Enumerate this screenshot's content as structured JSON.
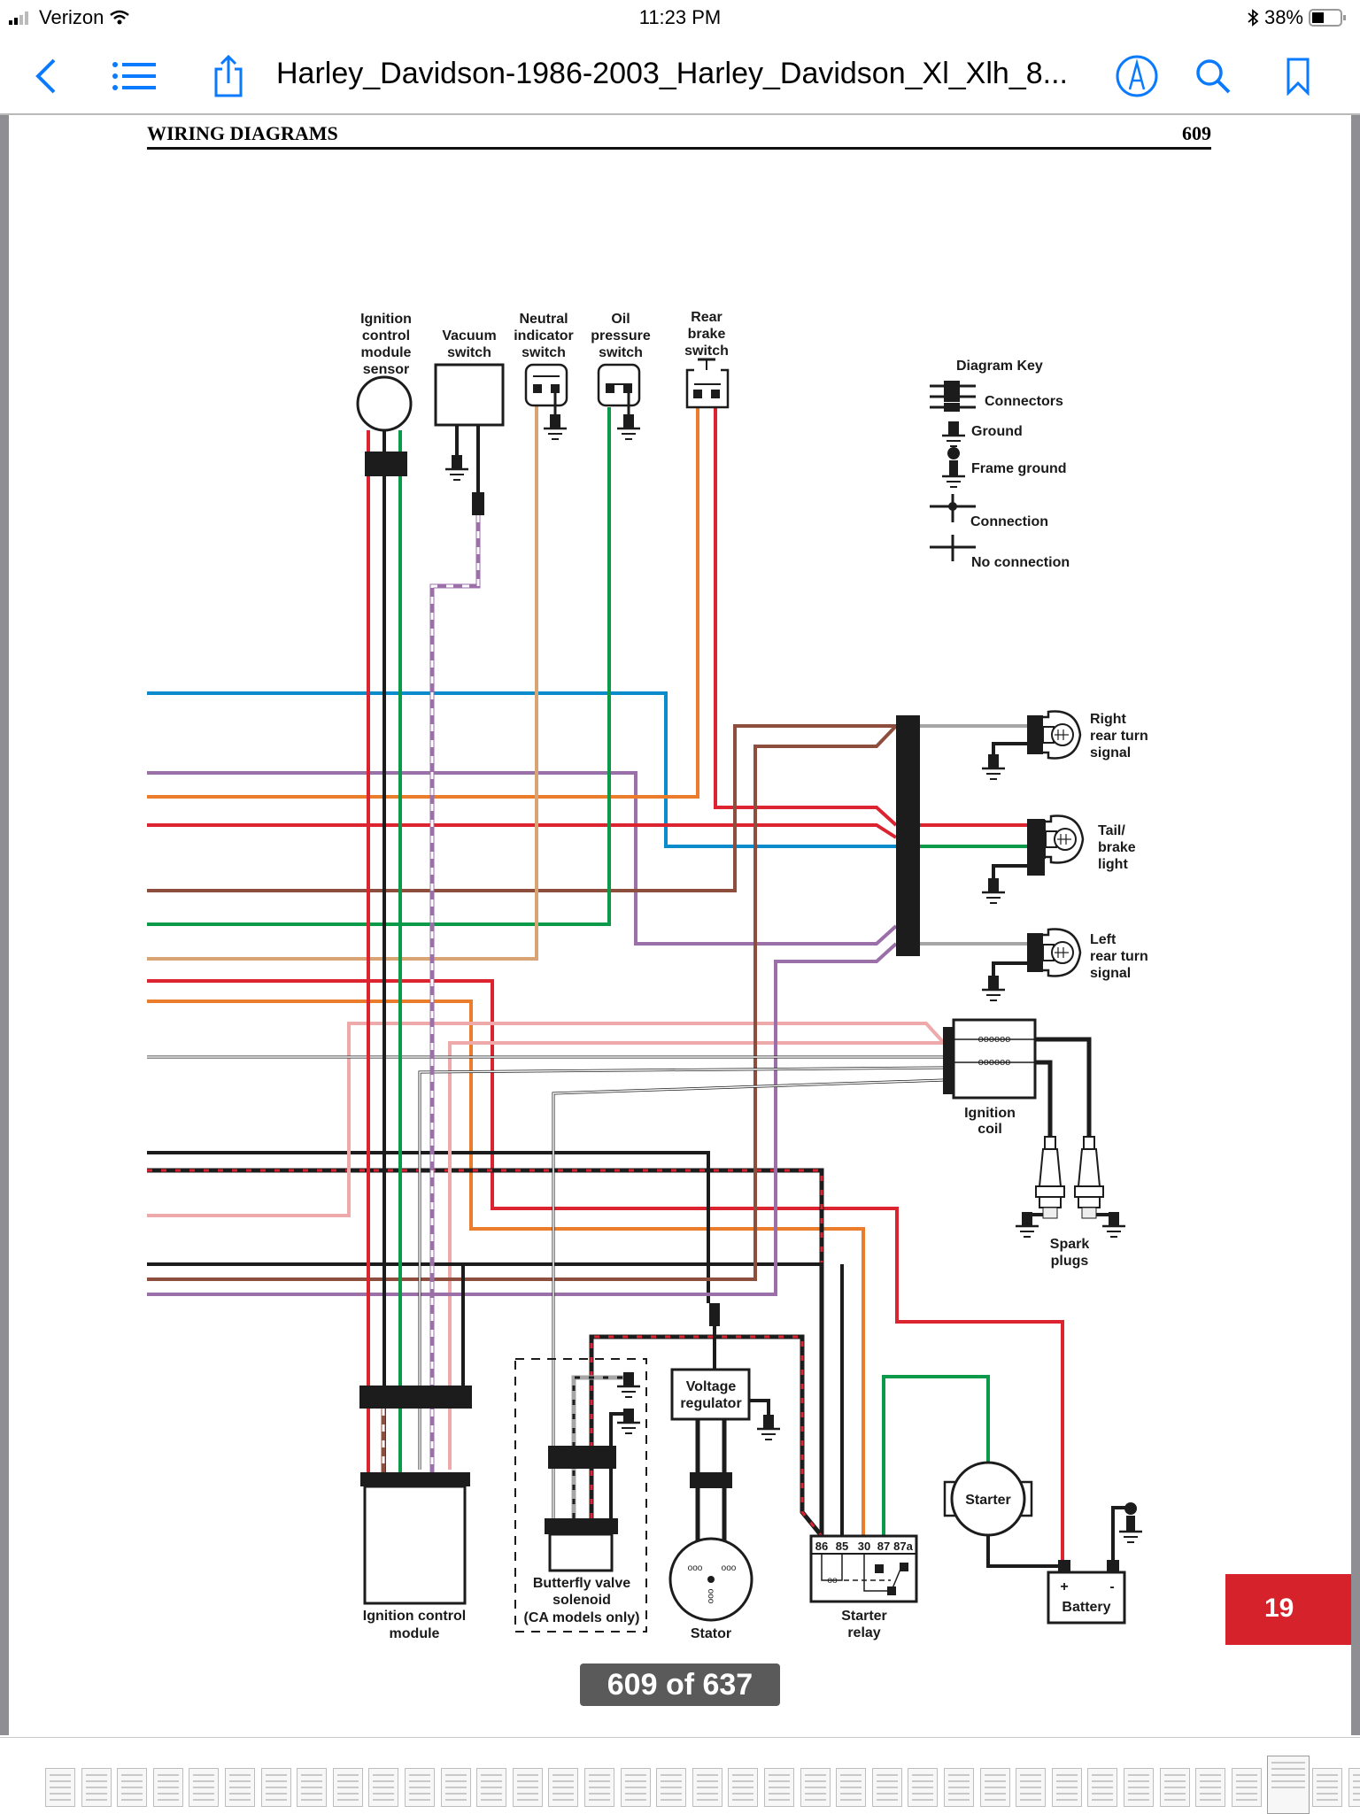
{
  "status_bar": {
    "carrier": "Verizon",
    "time": "11:23 PM",
    "battery": "38%"
  },
  "nav_bar": {
    "document_title": "Harley_Davidson-1986-2003_Harley_Davidson_Xl_Xlh_8...",
    "icons": [
      "back-chevron-icon",
      "table-of-contents-icon",
      "share-icon",
      "markup-pen-icon",
      "search-icon",
      "bookmark-icon"
    ],
    "accent_color": "#0a7aff"
  },
  "page_header": {
    "section": "WIRING DIAGRAMS",
    "page_number": "609"
  },
  "diagram": {
    "top_components": [
      {
        "id": "icm-sensor",
        "label": [
          "Ignition",
          "control",
          "module",
          "sensor"
        ]
      },
      {
        "id": "vacuum",
        "label": [
          "Vacuum",
          "switch"
        ]
      },
      {
        "id": "neutral",
        "label": [
          "Neutral",
          "indicator",
          "switch"
        ]
      },
      {
        "id": "oil",
        "label": [
          "Oil",
          "pressure",
          "switch"
        ]
      },
      {
        "id": "brake",
        "label": [
          "Rear",
          "brake",
          "switch"
        ]
      }
    ],
    "key": {
      "title": "Diagram Key",
      "items": [
        "Connectors",
        "Ground",
        "Frame ground",
        "Connection",
        "No connection"
      ]
    },
    "lights": [
      {
        "id": "right-turn",
        "label": [
          "Right",
          "rear turn",
          "signal"
        ]
      },
      {
        "id": "tail-brake",
        "label": [
          "Tail/",
          "brake",
          "light"
        ]
      },
      {
        "id": "left-turn",
        "label": [
          "Left",
          "rear turn",
          "signal"
        ]
      }
    ],
    "ignition_coil": {
      "label": [
        "Ignition",
        "coil"
      ]
    },
    "spark_plugs": {
      "label": [
        "Spark",
        "plugs"
      ]
    },
    "icm": {
      "label": [
        "Ignition control",
        "module"
      ]
    },
    "butterfly": {
      "label": [
        "Butterfly valve",
        "solenoid",
        "(CA models only)"
      ]
    },
    "voltage_regulator": {
      "label": [
        "Voltage",
        "regulator"
      ]
    },
    "stator": {
      "label": [
        "Stator"
      ]
    },
    "starter_relay": {
      "label": [
        "Starter",
        "relay"
      ],
      "terminals": [
        "86",
        "85",
        "30",
        "87",
        "87a"
      ]
    },
    "starter": {
      "label": "Starter"
    },
    "battery": {
      "label": "Battery",
      "plus": "+",
      "minus": "-"
    },
    "wire_colors": {
      "red": "#dc2430",
      "black": "#1c1c1c",
      "green": "#0a9a4a",
      "blue": "#0a8ccc",
      "violet": "#9b6fa8",
      "orange": "#ea7c2c",
      "brown": "#8e4e3e",
      "tan": "#d9a474",
      "pink": "#eeaaaa",
      "gray": "#a6a6a6",
      "white": "#ffffff"
    }
  },
  "chapter_tab": "19",
  "page_indicator": "609 of 637",
  "thumbnail_strip": {
    "count": 37,
    "current_index": 34
  }
}
